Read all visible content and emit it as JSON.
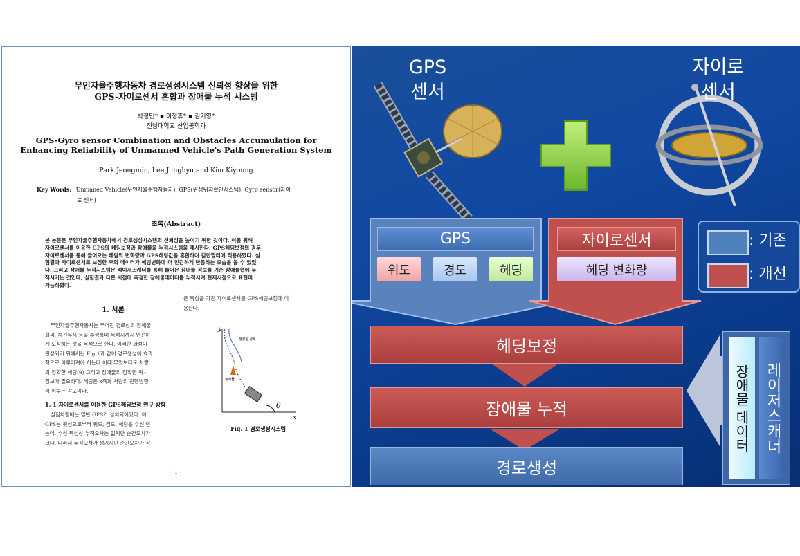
{
  "paper": {
    "title_ko_1": "무인자율주행자동차 경로생성시스템 신뢰성 향상을 위한",
    "title_ko_2": "GPS-자이로센서 혼합과 장애물 누적 시스템",
    "authors_ko": "박정민* ▪ 이정휴* ▪ 김기영*",
    "affiliation_ko": "전남대학교 산업공학과",
    "title_en_1": "GPS-Gyro sensor Combination and Obstacles Accumulation for",
    "title_en_2": "Enhancing Reliability of Unmanned Vehicle's Path Generation System",
    "authors_en": "Park Jeongmin, Lee Junghyu and Kim Kiyoung",
    "keywords_label": "Key Words:",
    "keywords_1": "Unmaned Vehicle(무인자율주행자동차), GPS(위성위치확인시스템), Gyro sensor(자이",
    "keywords_2": "로 센서)",
    "abstract_head": "초록(Abstract)",
    "abstract_1": "본 논문은 무인자율주행자동차에서 경로생성시스템의 신뢰성을 높이기 위한 것이다. 이를 위해",
    "abstract_2": "자이로센서를 이용한 GPS의 헤딩보정과 장애물을 누적시스템을 제시한다. GPS헤딩보정의 경우",
    "abstract_3": "자이로센서를 통해 들어오는 헤딩의 변화량과 GPS헤딩값을 혼합하여 칼만필터에 적용하였다. 실",
    "abstract_4": "험결과 자이로센서로 보정한 후의 데이터가 헤딩변화에 더 민감하게 반응하는 모습을 볼 수 있었",
    "abstract_5": "다. 그리고 장애물 누적시스템은 레이저스캐너를 통해 들어온 장애물 정보를 기존 장애물맵에 누",
    "abstract_6": "적시키는 것인데, 실험결과 다른 시점에 측정한 장애물데이터를 누적시켜 현재시점으로 표현이",
    "abstract_7": "가능하였다.",
    "col2_1": "은 특성을 가진 자이로센서를 GPS헤딩보정에 이",
    "col2_2": "용한다.",
    "section_1": "1. 서론",
    "intro_1": "무인자율주행자동차는 주어진 경로상의 장애물",
    "intro_2": "회피, 차선유지 등을 수행하며 목적지까지 안전하",
    "intro_3": "게 도착하는 것을 목적으로 한다. 이러한 과정이",
    "intro_4": "완성되기 위해서는 Fig.1과 같이 경로생성이 효과",
    "intro_5": "적으로 이루어져야 하는데 이때 무엇보다도 차량",
    "intro_6": "의 정확한 헤딩(θ) 그리고 장애물의 정확한 위치",
    "intro_7": "정보가 필요하다. 헤딩은 x축과 차량의 진행방향",
    "intro_8": "이 이루는 각도이다.",
    "subsection": "1. 1 자이로센서를 이용한 GPS헤딩보정 연구 방향",
    "sub_1": "실험차량에는 일반 GPS가 설치되어있다. 이",
    "sub_2": "GPS는 위성으로부터 위도, 경도, 헤딩을 수신 받",
    "sub_3": "는데, 수신 특성상 누적오차는 없지만 순간오차가",
    "sub_4": "크다. 따라서 누적오차가 생기지만 순간오차가 작",
    "fig_y": "y",
    "fig_x": "x",
    "fig_theta": "θ",
    "fig_path": "생성된 경로",
    "fig_obstacle": "장애물",
    "fig_caption": "Fig. 1 경로생성시스템",
    "page_number": "- 1 -"
  },
  "diagram": {
    "gps_sensor_1": "GPS",
    "gps_sensor_2": "센서",
    "gyro_sensor_1": "자이로",
    "gyro_sensor_2": "센서",
    "gps_header": "GPS",
    "gps_items": [
      "위도",
      "경도",
      "헤딩"
    ],
    "gyro_header": "자이로센서",
    "gyro_item": "헤딩 변화량",
    "legend_existing": ": 기존",
    "legend_improved": ": 개선",
    "stage_1": "헤딩보정",
    "stage_2": "장애물 누적",
    "stage_3": "경로생성",
    "laser_scanner": "레이저스캐너",
    "obstacle_data": "장애물 데이터"
  },
  "colors": {
    "existing": "#4f81bd",
    "improved": "#c0504d",
    "background": "#0d3f92",
    "plus": "#8fd13f"
  }
}
